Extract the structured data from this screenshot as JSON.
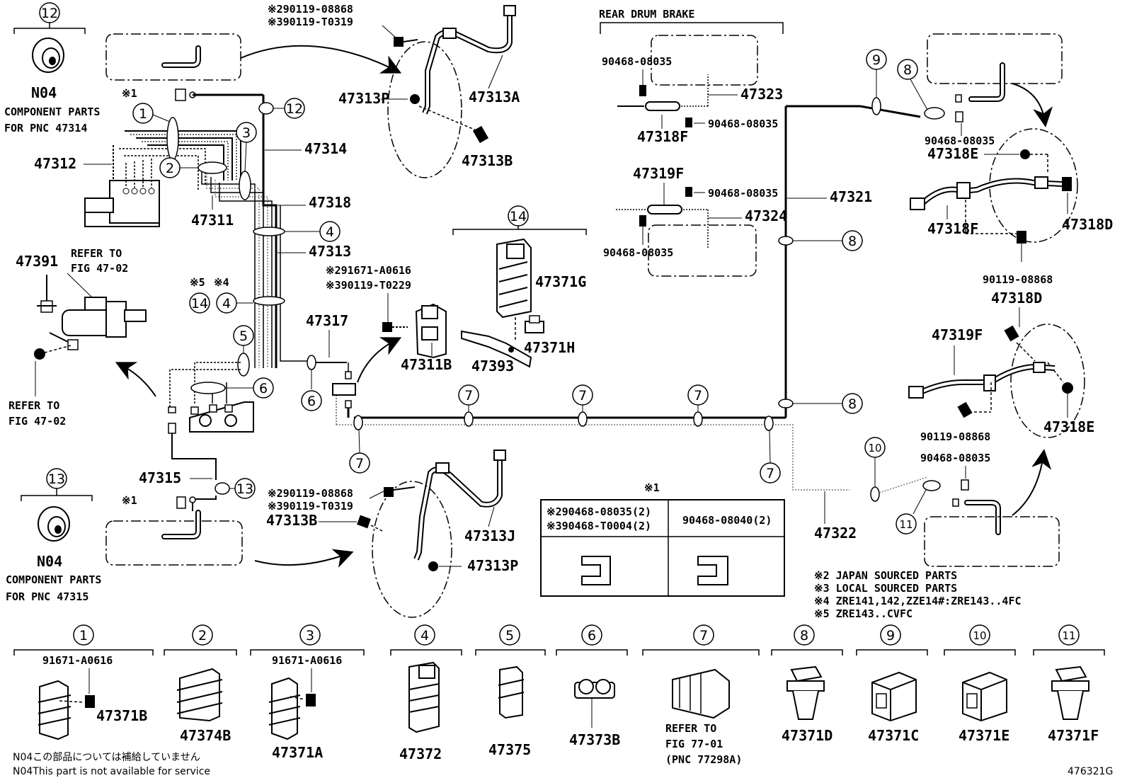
{
  "labels": {
    "p47314": "47314",
    "p47312": "47312",
    "p47311": "47311",
    "p47318": "47318",
    "p47313": "47313",
    "p47313A": "47313A",
    "p47313B_top": "47313B",
    "p47313P_top": "47313P",
    "p47391": "47391",
    "p47317": "47317",
    "p47315": "47315",
    "p47311B": "47311B",
    "p47371G": "47371G",
    "p47371H": "47371H",
    "p47393": "47393",
    "p47313J": "47313J",
    "p47313B_bot": "47313B",
    "p47313P_bot": "47313P",
    "p47323": "47323",
    "p47324": "47324",
    "p47318F_mid": "47318F",
    "p47319F_mid": "47319F",
    "p47321": "47321",
    "p47322": "47322",
    "p47318E_top": "47318E",
    "p47318F_right": "47318F",
    "p47318D_right": "47318D",
    "p47318D_mid": "47318D",
    "p47319F_right": "47319F",
    "p47318E_bot": "47318E",
    "n90468_a": "90468-08035",
    "n90468_b": "90468-08035",
    "n90468_c": "90468-08035",
    "n90468_d": "90468-08035",
    "n90468_e": "90468-08035",
    "n90468_f": "90468-08035",
    "n90119_a": "90119-08868",
    "n90119_b": "90119-08868",
    "top_ref1": "※290119-08868",
    "top_ref2": "※390119-T0319",
    "mid_ref1": "※291671-A0616",
    "mid_ref2": "※390119-T0229",
    "bot_ref1": "※290119-08868",
    "bot_ref2": "※390119-T0319",
    "rear_drum": "REAR DRUM BRAKE",
    "refer_to_1a": "REFER TO",
    "refer_to_1b": "FIG 47-02",
    "refer_to_2a": "REFER TO",
    "refer_to_2b": "FIG 47-02",
    "n04_top": "N04",
    "n04_bot": "N04",
    "comp_top_1": "COMPONENT PARTS",
    "comp_top_2": "FOR PNC 47314",
    "comp_bot_1": "COMPONENT PARTS",
    "comp_bot_2": "FOR PNC 47315",
    "star1_a": "※1",
    "star1_b": "※1",
    "star5": "※5",
    "star4": "※4",
    "box_title": "※1",
    "box_c1a": "※290468-08035(2)",
    "box_c1b": "※390468-T0004(2)",
    "box_c2": "90468-08040(2)",
    "note2": "※2 JAPAN SOURCED PARTS",
    "note3": "※3 LOCAL SOURCED PARTS",
    "note4": "※4 ZRE141,142,ZZE14#:ZRE143..4FC",
    "note5": "※5 ZRE143..CVFC",
    "fig_code": "476321G",
    "n04_note_jp": "N04この部品については補給していません",
    "n04_note_en": "N04This part is not available for service"
  },
  "callouts": [
    "1",
    "2",
    "3",
    "4",
    "4",
    "5",
    "6",
    "7",
    "7",
    "7",
    "7",
    "7",
    "7",
    "8",
    "8",
    "8",
    "9",
    "10",
    "11",
    "12",
    "12",
    "13",
    "13",
    "14",
    "14"
  ],
  "legend": [
    {
      "num": "1",
      "code": "91671-A0616",
      "part": "47371B"
    },
    {
      "num": "2",
      "code": "",
      "part": "47374B"
    },
    {
      "num": "3",
      "code": "91671-A0616",
      "part": "47371A"
    },
    {
      "num": "4",
      "code": "",
      "part": "47372"
    },
    {
      "num": "5",
      "code": "",
      "part": "47375"
    },
    {
      "num": "6",
      "code": "",
      "part": "47373B"
    },
    {
      "num": "7",
      "code": "",
      "part": "REFER TO",
      "extra1": "FIG 77-01",
      "extra2": "(PNC 77298A)"
    },
    {
      "num": "8",
      "code": "",
      "part": "47371D"
    },
    {
      "num": "9",
      "code": "",
      "part": "47371C"
    },
    {
      "num": "10",
      "code": "",
      "part": "47371E"
    },
    {
      "num": "11",
      "code": "",
      "part": "47371F"
    }
  ]
}
